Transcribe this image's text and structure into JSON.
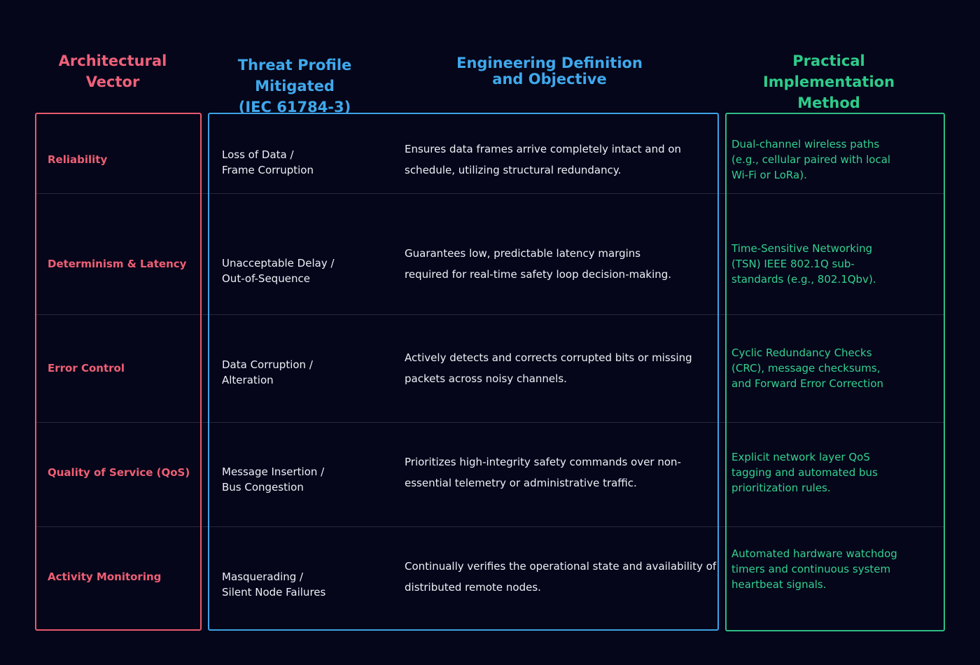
{
  "headers": {
    "vector": "Architectural\nVector",
    "threat": "Threat Profile Mitigated\n(IEC 61784-3)",
    "definition": "Engineering Definition\nand Objective",
    "implementation": "Practical Implementation\nMethod"
  },
  "rows": [
    {
      "vector": "Reliability",
      "threat": "Loss of Data /\nFrame Corruption",
      "definition": "Ensures data frames arrive completely intact and on\nschedule, utilizing structural redundancy.",
      "implementation": "Dual-channel wireless paths\n(e.g., cellular paired with local\nWi-Fi or LoRa)."
    },
    {
      "vector": "Determinism & Latency",
      "threat": "Unacceptable Delay /\nOut-of-Sequence",
      "definition": "Guarantees low, predictable latency margins\nrequired for real-time safety loop decision-making.",
      "implementation": "Time-Sensitive Networking\n(TSN) IEEE 802.1Q sub-\nstandards (e.g., 802.1Qbv)."
    },
    {
      "vector": "Error Control",
      "threat": "Data Corruption /\nAlteration",
      "definition": "Actively detects and corrects corrupted bits or missing\npackets across noisy channels.",
      "implementation": "Cyclic Redundancy Checks\n(CRC), message checksums,\nand Forward Error Correction"
    },
    {
      "vector": "Quality of Service (QoS)",
      "threat": "Message Insertion /\nBus Congestion",
      "definition": "Prioritizes high-integrity safety commands over non-\nessential telemetry or administrative traffic.",
      "implementation": "Explicit network layer QoS\ntagging and automated bus\nprioritization rules."
    },
    {
      "vector": "Activity Monitoring",
      "threat": "Masquerading /\nSilent Node Failures",
      "definition": "Continually verifies the operational state and availability of\ndistributed remote nodes.",
      "implementation": "Automated hardware watchdog\ntimers and continuous system\nheartbeat signals."
    }
  ],
  "colors": {
    "background": "#05061a",
    "vector_accent": "#ef5f74",
    "threat_accent": "#3fa9ec",
    "implementation_accent": "#34d18f"
  }
}
